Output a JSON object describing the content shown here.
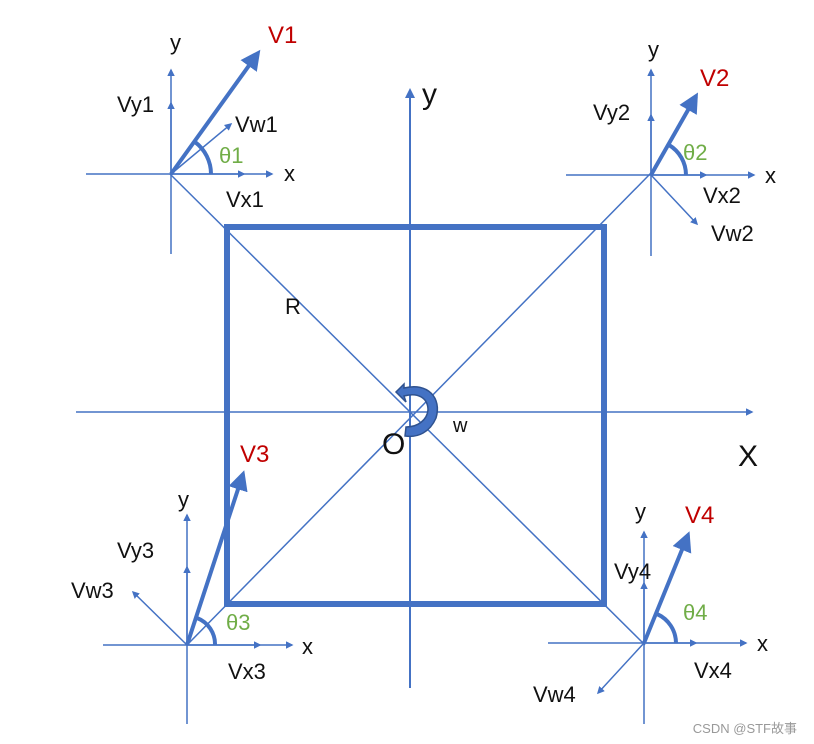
{
  "center": {
    "axis_y": "y",
    "axis_x": "X",
    "origin": "O",
    "radius": "R",
    "rotation": "w"
  },
  "wheel1": {
    "axis_y": "y",
    "axis_x": "x",
    "v": "V1",
    "vy": "Vy1",
    "vw": "Vw1",
    "vx": "Vx1",
    "theta": "θ1"
  },
  "wheel2": {
    "axis_y": "y",
    "axis_x": "x",
    "v": "V2",
    "vy": "Vy2",
    "vw": "Vw2",
    "vx": "Vx2",
    "theta": "θ2"
  },
  "wheel3": {
    "axis_y": "y",
    "axis_x": "x",
    "v": "V3",
    "vy": "Vy3",
    "vw": "Vw3",
    "vx": "Vx3",
    "theta": "θ3"
  },
  "wheel4": {
    "axis_y": "y",
    "axis_x": "x",
    "v": "V4",
    "vy": "Vy4",
    "vw": "Vw4",
    "vx": "Vx4",
    "theta": "θ4"
  },
  "watermark": "CSDN @STF故事",
  "colors": {
    "line": "#4472c4",
    "velocity_label": "#c00000",
    "angle_label": "#70ad47",
    "text": "#111111",
    "watermark": "#999999"
  }
}
